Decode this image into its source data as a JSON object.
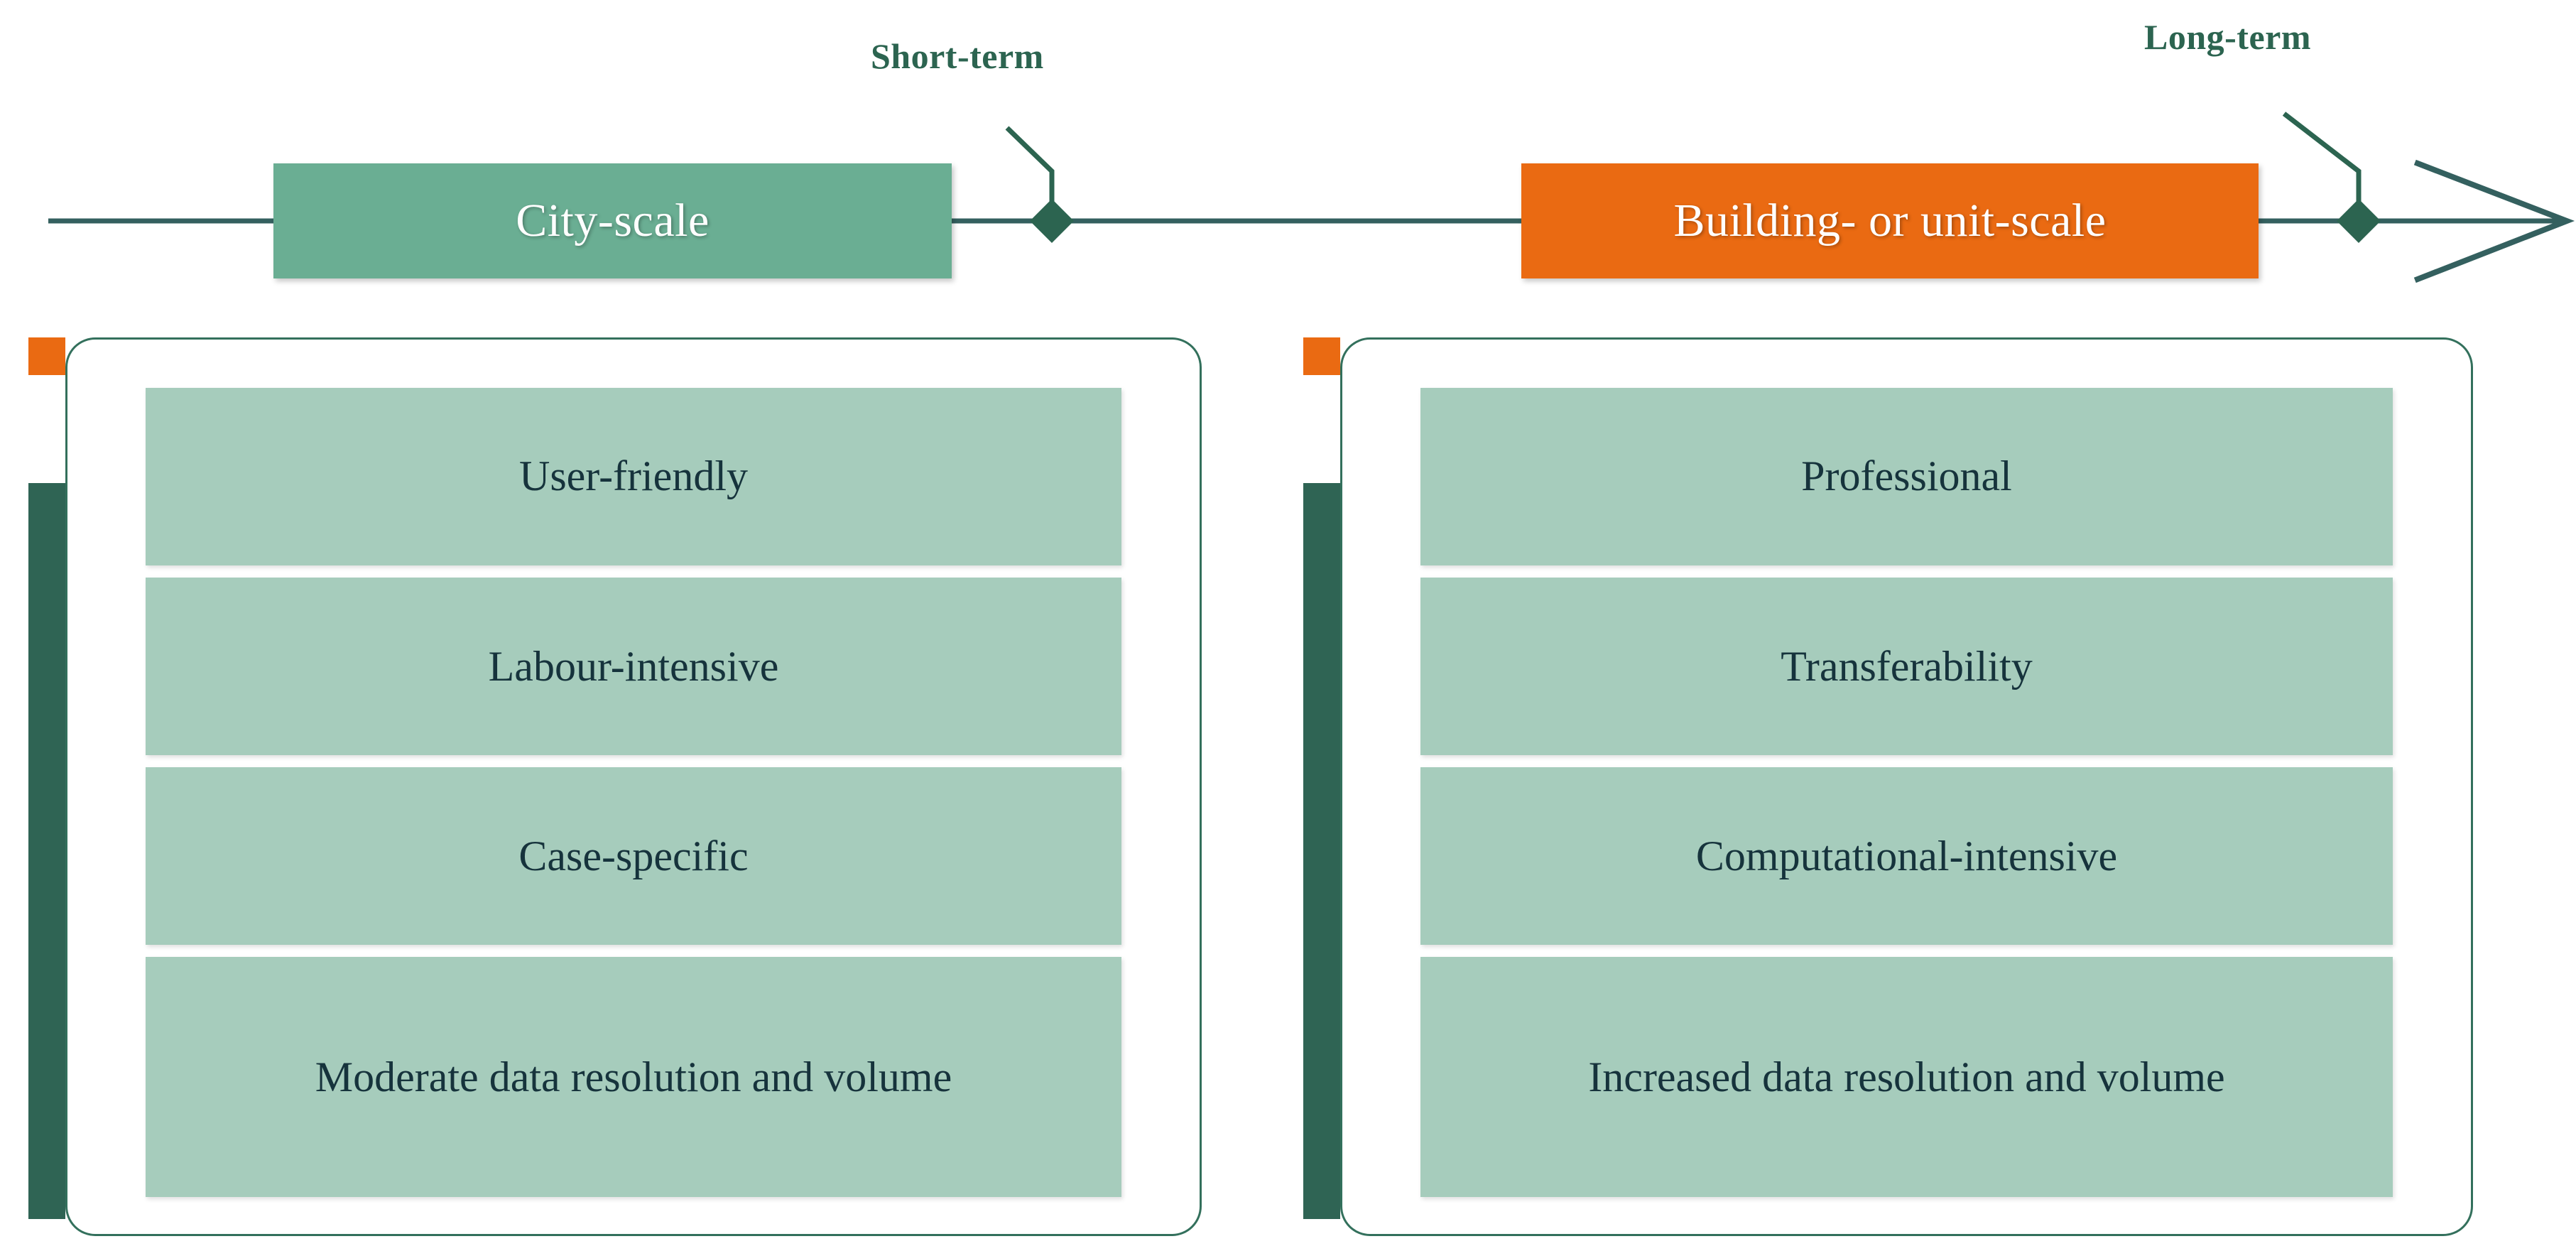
{
  "timeline": {
    "line_color": "#34605F",
    "accent_green": "#2C6450",
    "arrow_icon": "arrow-right-icon",
    "markers": [
      {
        "label": "Short-term",
        "marker_icon": "diamond-marker-icon"
      },
      {
        "label": "Long-term",
        "marker_icon": "diamond-marker-icon"
      }
    ],
    "phases": [
      {
        "label": "City-scale",
        "color": "#6AAE93"
      },
      {
        "label": "Building- or unit-scale",
        "color": "#EA6A12"
      }
    ]
  },
  "cards": [
    {
      "tab_color": "#EA6A12",
      "rail_color": "#2F6454",
      "item_color": "#A6CCBC",
      "items": [
        "User-friendly",
        "Labour-intensive",
        "Case-specific",
        "Moderate data resolution and volume"
      ]
    },
    {
      "tab_color": "#EA6A12",
      "rail_color": "#2F6454",
      "item_color": "#A6CCBC",
      "items": [
        "Professional",
        "Transferability",
        "Computational-intensive",
        "Increased data resolution and volume"
      ]
    }
  ]
}
